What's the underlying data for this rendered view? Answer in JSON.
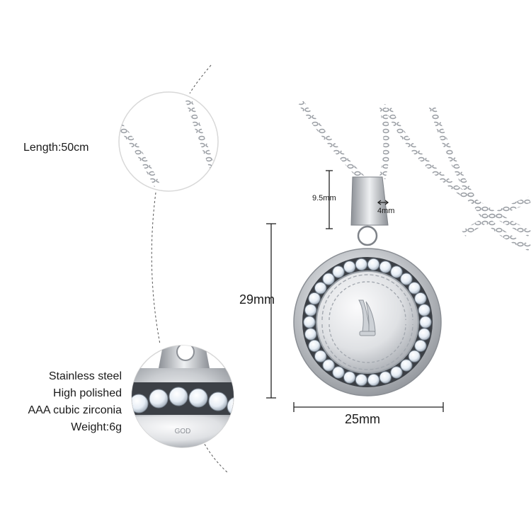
{
  "labels": {
    "length": "Length:50cm",
    "bail_height": "9.5mm",
    "bail_width": "4mm",
    "pendant_height": "29mm",
    "pendant_width": "25mm"
  },
  "specs": [
    "Stainless steel",
    "High polished",
    "AAA cubic zirconia",
    "Weight:6g"
  ],
  "engraving": {
    "detail_word": "GOD"
  },
  "colors": {
    "background": "#ffffff",
    "steel": "#c9ccd0",
    "steel_dark": "#6f7379",
    "zirconia": "#f4f7fb",
    "text": "#1a1a1a"
  }
}
